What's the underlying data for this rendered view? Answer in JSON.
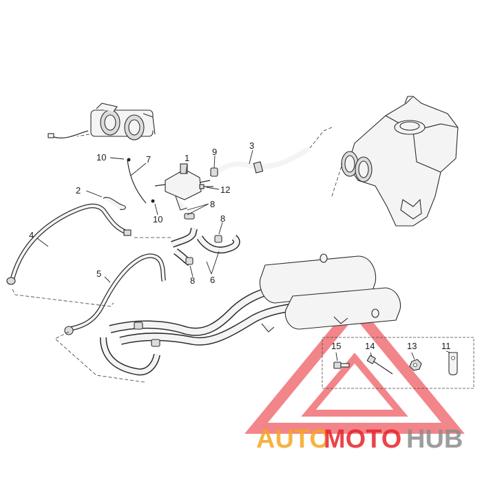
{
  "callouts": {
    "c1": "1",
    "c2": "2",
    "c3": "3",
    "c4": "4",
    "c5": "5",
    "c6": "6",
    "c7": "7",
    "c8a": "8",
    "c8b": "8",
    "c8c": "8",
    "c9": "9",
    "c10a": "10",
    "c10b": "10",
    "c11": "11",
    "c12": "12",
    "c13": "13",
    "c14": "14",
    "c15": "15"
  },
  "watermark": {
    "part1": "AUTO",
    "part2": "MOTO",
    "part3": "HUB",
    "color_orange": "#f5a623",
    "color_red": "#e8232a",
    "color_gray": "#8c8c8c"
  }
}
